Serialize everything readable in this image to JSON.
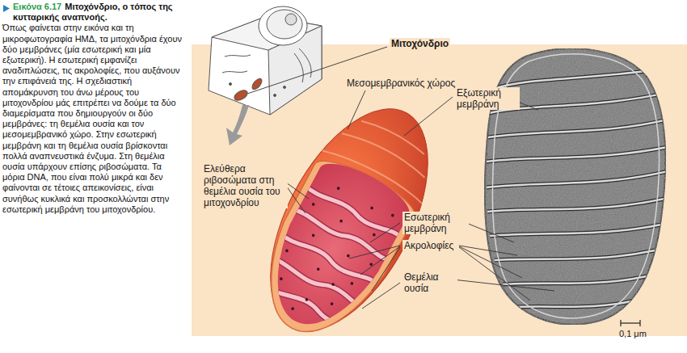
{
  "diagram": {
    "caption": "Όπως φαίνεται στην εικόνα και τη μικροφωτογραφία ΗΜΔ, τα μιτοχόνδρια έχουν δύο μεμβράνες (μία εσωτερική και μία εξωτερική). Η εσωτερική εμφανίζει αναδιπλώσεις, τις ακρολοφίες, που αυξάνουν την επιφάνειά της. Η σχεδιαστική απομάκρυνση του άνω μέρους του μιτοχονδρίου μάς επιτρέπει να δούμε τα δύο διαμερίσματα που δημιουργούν οι δύο μεμβράνες: τη θεμέλια ουσία και τον μεσομεμβρανικό χώρο. Στην εσωτερική μεμβράνη και τη θεμέλια ουσία βρίσκονται πολλά αναπνευστικά ένζυμα. Στη θεμέλια ουσία υπάρχουν επίσης ριβοσώματα. Τα μόρια DNA, που είναι πολύ μικρά και δεν φαίνονται σε τέτοιες απεικονίσεις, είναι συνήθως κυκλικά και προσκολλώνται στην εσωτερική μεμβράνη του μιτοχονδρίου.",
    "title": "Μιτοχόνδριο, ο τόπος της κυτταρικής αναπνοής.",
    "labels": [
      "Εικόνα 6.17",
      "Μιτοχόνδριο",
      "Μεσομεμβρανικός χώρος",
      "Εξωτερική μεμβράνη",
      "Ελεύθερα ριβοσώματα στη θεμέλια ουσία του μιτοχονδρίου",
      "Εσωτερική μεμβράνη",
      "Ακρολοφίες",
      "Θεμέλια ουσία",
      "0,1 μm"
    ]
  }
}
